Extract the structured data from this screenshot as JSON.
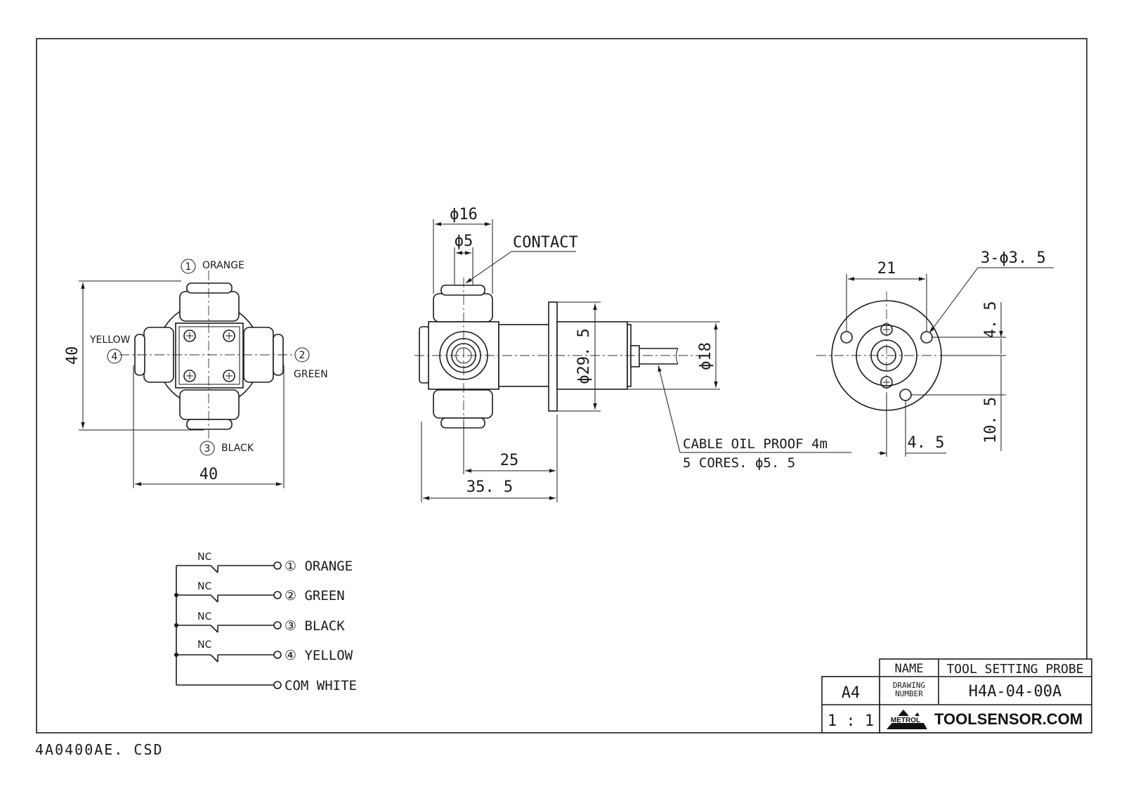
{
  "wires": {
    "orange": "① ORANGE",
    "green": "② GREEN",
    "black": "③ BLACK",
    "yellow": "④ YELLOW",
    "yellow_label": "YELLOW",
    "orange_label": "ORANGE",
    "green_label": "GREEN",
    "black_label": "BLACK",
    "n1": "1",
    "n2": "2",
    "n3": "3",
    "n4": "4"
  },
  "front_view": {
    "height_dim": "40",
    "width_dim": "40"
  },
  "side_view": {
    "d16": "ϕ16",
    "d5": "ϕ5",
    "contact": "CONTACT",
    "d29": "ϕ29. 5",
    "d18": "ϕ18",
    "len25": "25",
    "len35": "35. 5",
    "cable1": "CABLE OIL PROOF 4m",
    "cable2": "5 CORES. ϕ5. 5"
  },
  "flange_view": {
    "w21": "21",
    "holes": "3-ϕ3. 5",
    "v45": "4. 5",
    "v105": "10. 5",
    "h45": "4. 5"
  },
  "schematic": {
    "nc": "NC",
    "line1": "① ORANGE",
    "line2": "② GREEN",
    "line3": "③ BLACK",
    "line4": "④ YELLOW",
    "com": "COM WHITE"
  },
  "title_block": {
    "name_label": "NAME",
    "name_value": "TOOL SETTING PROBE",
    "drawing_label_1": "DRAWING",
    "drawing_label_2": "NUMBER",
    "drawing_number": "H4A-04-00A",
    "size": "A4",
    "scale": "1 : 1",
    "logo_small": "METROL",
    "logo_text": "TOOLSENSOR.COM"
  },
  "file_name": "4A0400AE. CSD"
}
